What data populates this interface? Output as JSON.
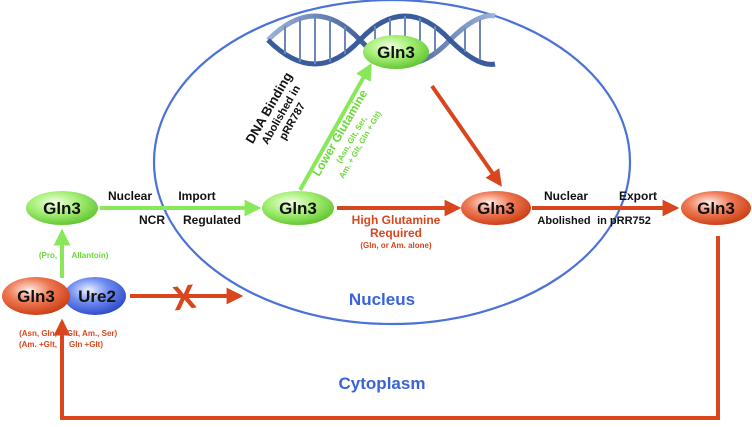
{
  "protein": {
    "gln3": "Gln3",
    "ure2": "Ure2"
  },
  "compartments": {
    "nucleus": "Nucleus",
    "cytoplasm": "Cytoplasm"
  },
  "import": {
    "line1_a": "Nuclear",
    "line1_b": "Import",
    "line2_a": "NCR",
    "line2_b": "Regulated"
  },
  "export": {
    "line1_a": "Nuclear",
    "line1_b": "Export",
    "line2_a": "Abolished",
    "line2_b": "in pRR752"
  },
  "dna_binding": {
    "line1": "DNA Binding",
    "line2": "Abolished in",
    "line3": "pRR787"
  },
  "lower_glutamine": {
    "line1": "Lower Glutamine",
    "line2": "(Asn, Glt, Ser,",
    "line3": "Am. + Glt, Gln + Glt)"
  },
  "high_glutamine": {
    "line1": "High Glutamine",
    "line2": "Required",
    "line3": "(Gln, or Am. alone)"
  },
  "release": {
    "label_a": "(Pro,",
    "label_b": "Allantoin)"
  },
  "complex_conditions": {
    "line1_a": "(Asn, Gln,",
    "line1_b": "Glt, Am., Ser)",
    "line2_a": "(Am. +Glt,",
    "line2_b": "Gln +Glt)"
  },
  "block_mark": "X",
  "colors": {
    "green": "#88e85a",
    "red": "#d9461e",
    "blue": "#3a63d8",
    "ellipse_stroke": "#4a72d8",
    "green_text": "#6cd83a",
    "red_text": "#d9461e"
  }
}
